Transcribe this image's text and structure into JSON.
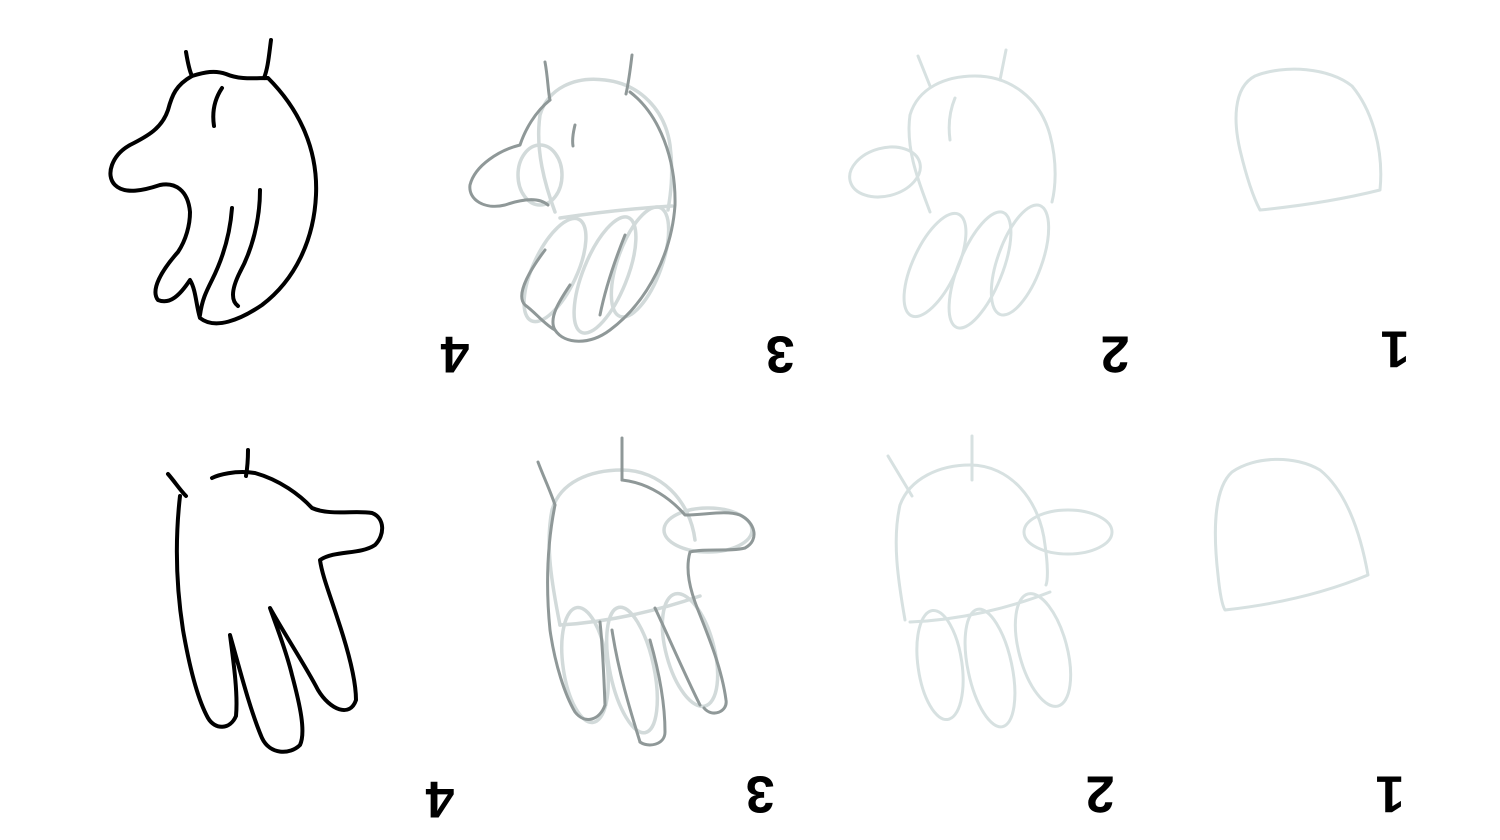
{
  "steps": {
    "top": [
      {
        "label": "1"
      },
      {
        "label": "2"
      },
      {
        "label": "3"
      },
      {
        "label": "4"
      }
    ],
    "bottom": [
      {
        "label": "1"
      },
      {
        "label": "2"
      },
      {
        "label": "3"
      },
      {
        "label": "4"
      }
    ]
  },
  "colors": {
    "construction_light": "#d7e1e1",
    "construction_mid": "#8f9898",
    "final_ink": "#000000",
    "background": "#ffffff"
  }
}
